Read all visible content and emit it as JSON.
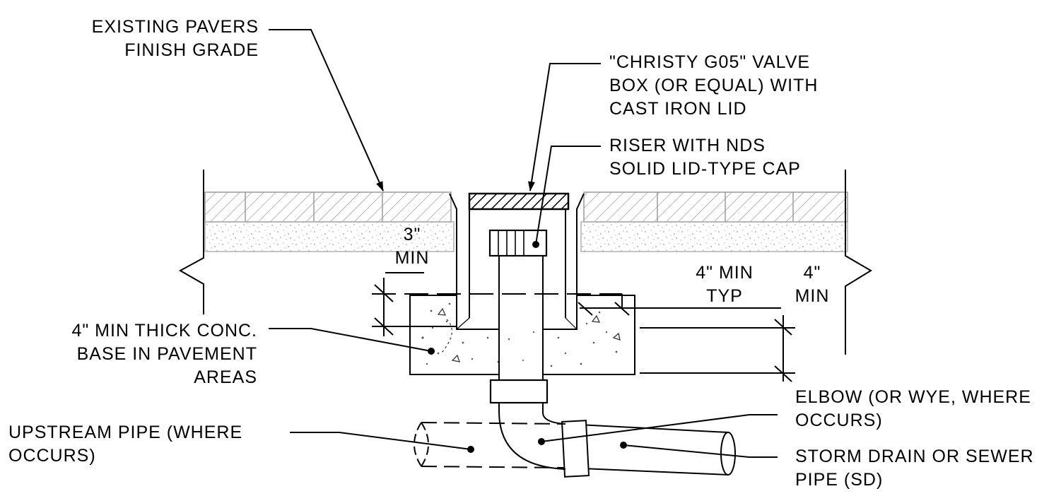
{
  "labels": {
    "existing_pavers": [
      "EXISTING PAVERS",
      "FINISH GRADE"
    ],
    "valve_box": [
      "\"CHRISTY G05\" VALVE",
      "BOX (OR EQUAL) WITH",
      "CAST IRON LID"
    ],
    "riser": [
      "RISER WITH NDS",
      "SOLID LID-TYPE CAP"
    ],
    "dim_3_min": [
      "3\"",
      "MIN"
    ],
    "dim_4_min_typ": [
      "4\" MIN",
      "TYP"
    ],
    "dim_4_min": [
      "4\"",
      "MIN"
    ],
    "conc_base": [
      "4\" MIN THICK CONC.",
      "BASE IN PAVEMENT",
      "AREAS"
    ],
    "elbow": [
      "ELBOW (OR WYE, WHERE",
      "OCCURS)"
    ],
    "upstream_pipe": [
      "UPSTREAM PIPE (WHERE",
      "OCCURS)"
    ],
    "storm_drain": [
      "STORM DRAIN OR SEWER",
      "PIPE (SD)"
    ]
  }
}
